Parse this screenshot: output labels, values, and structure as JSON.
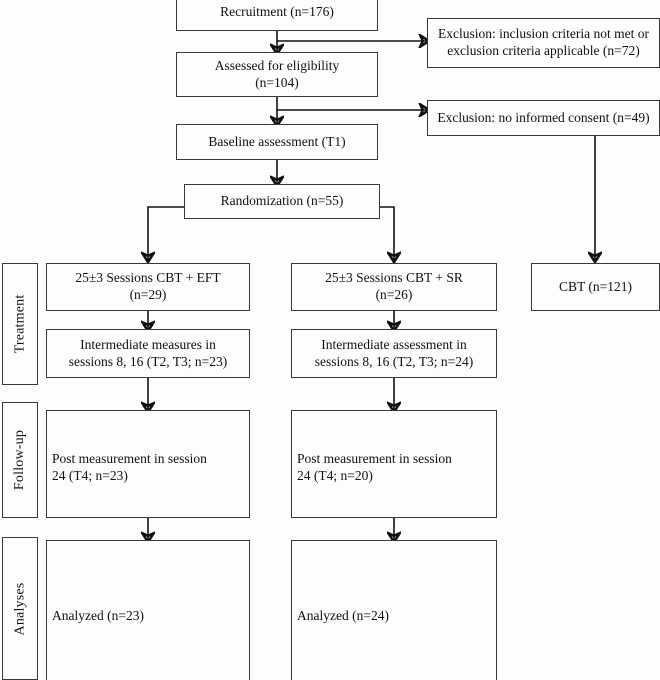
{
  "figure": {
    "type": "consort-flow-diagram",
    "line_color": "#111111",
    "box_border_color": "#3a3a3a",
    "background": "#fdfdfd"
  },
  "stage_labels": [
    {
      "name": "treatment",
      "text": "Treatment"
    },
    {
      "name": "follow-up",
      "text": "Follow-up"
    },
    {
      "name": "analyses",
      "text": "Analyses"
    }
  ],
  "nodes": {
    "recruitment": {
      "text": "Recruitment (n=176)",
      "n": 176
    },
    "eligibility": {
      "text": "Assessed for eligibility\n(n=104)",
      "line1": "Assessed for eligibility",
      "line2": "(n=104)",
      "n": 104
    },
    "baseline": {
      "text": "Baseline assessment (T1)",
      "timepoint": "T1"
    },
    "randomization": {
      "text": "Randomization (n=55)",
      "n": 55
    },
    "exclusion_criteria": {
      "line1": "Exclusion: inclusion criteria not met or",
      "line2": "exclusion criteria applicable (n=72)",
      "n": 72
    },
    "exclusion_consent": {
      "text": "Exclusion: no informed consent (n=49)",
      "n": 49
    },
    "arm_eft": {
      "line1": "25±3 Sessions CBT + EFT",
      "line2": "(n=29)",
      "n": 29
    },
    "arm_sr": {
      "line1": "25±3 Sessions CBT + SR",
      "line2": "(n=26)",
      "n": 26
    },
    "arm_cbt": {
      "text": "CBT (n=121)",
      "n": 121
    },
    "intermediate_eft": {
      "line1": "Intermediate measures in",
      "line2": "sessions 8, 16 (T2, T3; n=23)",
      "n": 23
    },
    "intermediate_sr": {
      "line1": "Intermediate assessment in",
      "line2": "sessions 8, 16 (T2, T3; n=24)",
      "n": 24
    },
    "post_eft": {
      "line1": "Post measurement in session",
      "line2": "24 (T4; n=23)",
      "n": 23
    },
    "post_sr": {
      "line1": "Post measurement in session",
      "line2": "24 (T4; n=20)",
      "n": 20
    },
    "analyzed_eft": {
      "text": "Analyzed (n=23)",
      "n": 23
    },
    "analyzed_sr": {
      "text": "Analyzed (n=24)",
      "n": 24
    }
  }
}
